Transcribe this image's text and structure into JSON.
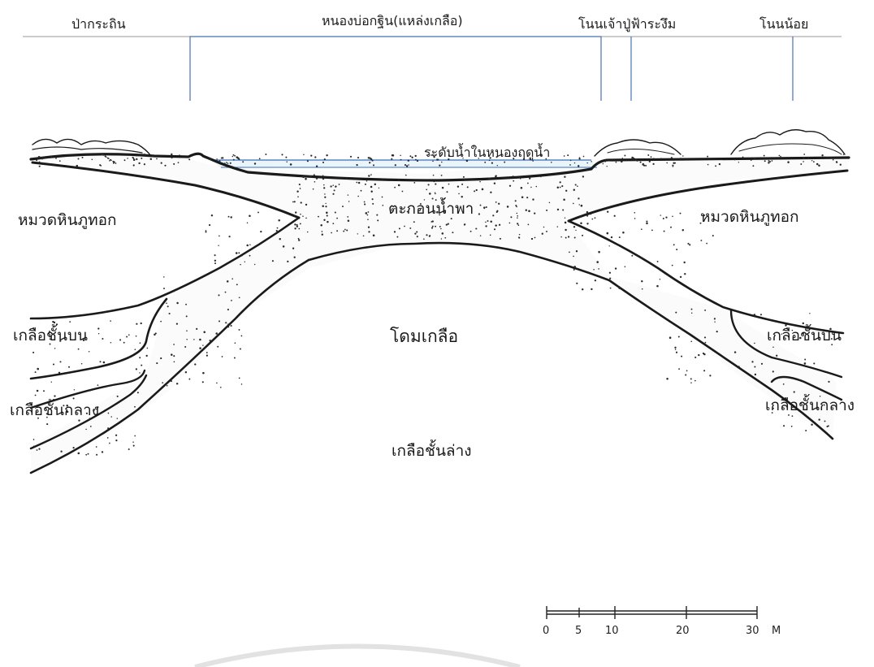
{
  "top_labels": {
    "pa_kradin": "ป่ากระถิน",
    "nong_bo_kathin": "หนองบ่อกฐิน(แหล่งเกลือ)",
    "non_chao_pu": "โนนเจ้าปู่ฟ้าระงึม",
    "non_noi": "โนนน้อย"
  },
  "labels": {
    "water_level": "ระดับน้ำในหนองฤดูน้ำ",
    "alluvium": "ตะกอนน้ำพา",
    "formation_left": "หมวดหินภูทอก",
    "formation_right": "หมวดหินภูทอก",
    "upper_salt_left": "เกลือชั้นบน",
    "upper_salt_right": "เกลือชั้นบน",
    "middle_salt_left": "เกลือชั้นกลาง",
    "middle_salt_right": "เกลือชั้นกลาง",
    "salt_dome": "โดมเกลือ",
    "lower_salt": "เกลือชั้นล่าง"
  },
  "scale_bar": {
    "ticks": [
      "0",
      "5",
      "10",
      "20",
      "30"
    ],
    "unit": "M"
  },
  "colors": {
    "ink": "#1a1a1a",
    "marker_line": "#4a6fb5",
    "water": "#e8f4fb",
    "water_line": "#3a6fb8"
  }
}
